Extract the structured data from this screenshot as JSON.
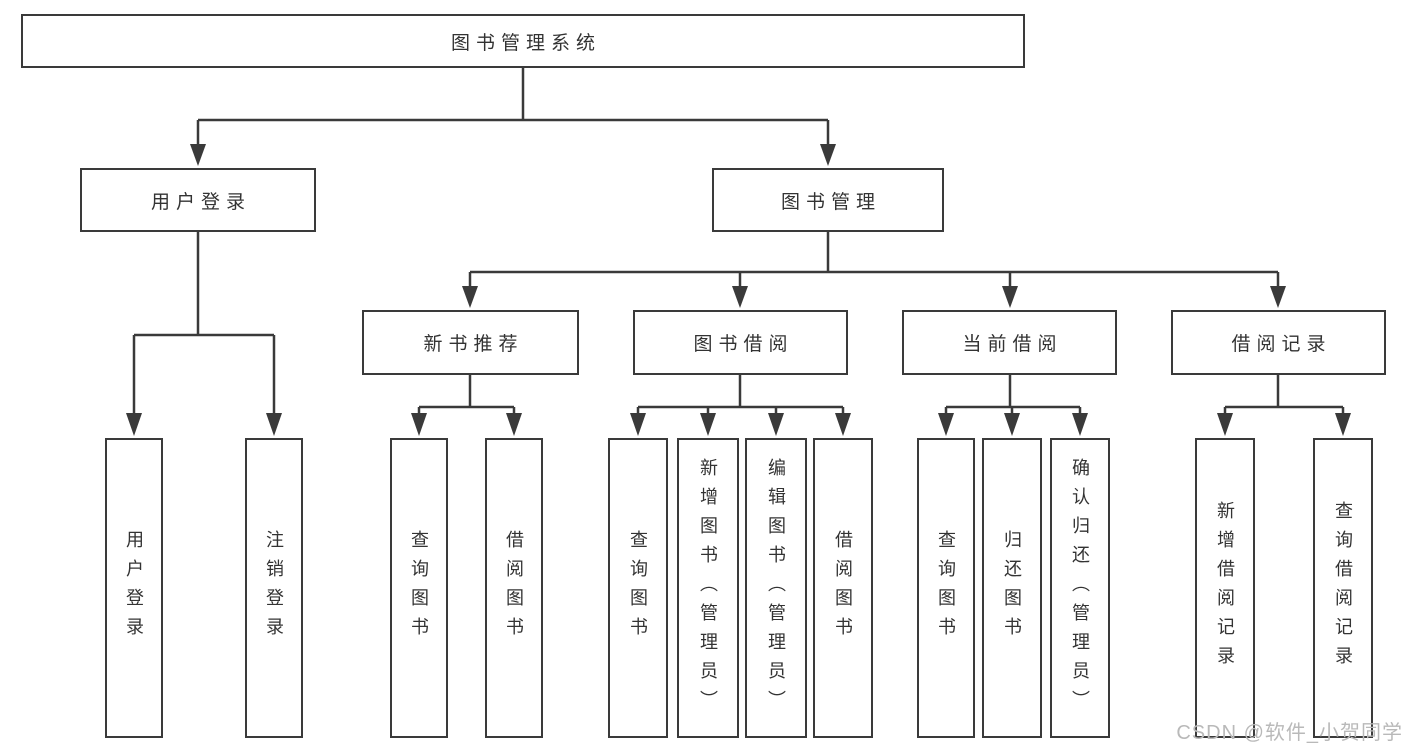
{
  "diagram": {
    "root_label": "图书管理系统",
    "level2": {
      "user_login": "用户登录",
      "book_management": "图书管理"
    },
    "level3": {
      "new_book_recommendation": "新书推荐",
      "book_borrowing": "图书借阅",
      "current_borrowing": "当前借阅",
      "borrowing_records": "借阅记录"
    },
    "leaves": {
      "user_login": "用户登录",
      "logout_login": "注销登录",
      "nb_query_books": "查询图书",
      "nb_borrow_books": "借阅图书",
      "bb_query_books": "查询图书",
      "bb_add_books": "新增图书（管理员）",
      "bb_edit_books": "编辑图书（管理员）",
      "bb_borrow_books": "借阅图书",
      "cb_query_books": "查询图书",
      "cb_return_books": "归还图书",
      "cb_confirm_return": "确认归还（管理员）",
      "br_add_record": "新增借阅记录",
      "br_query_record": "查询借阅记录"
    },
    "watermark": "CSDN @软件_小贺同学",
    "colors": {
      "line": "#3a3a3a",
      "text": "#333333",
      "box_background": "#ffffff",
      "watermark": "#b9b9b9",
      "page_background": "#ffffff"
    }
  }
}
